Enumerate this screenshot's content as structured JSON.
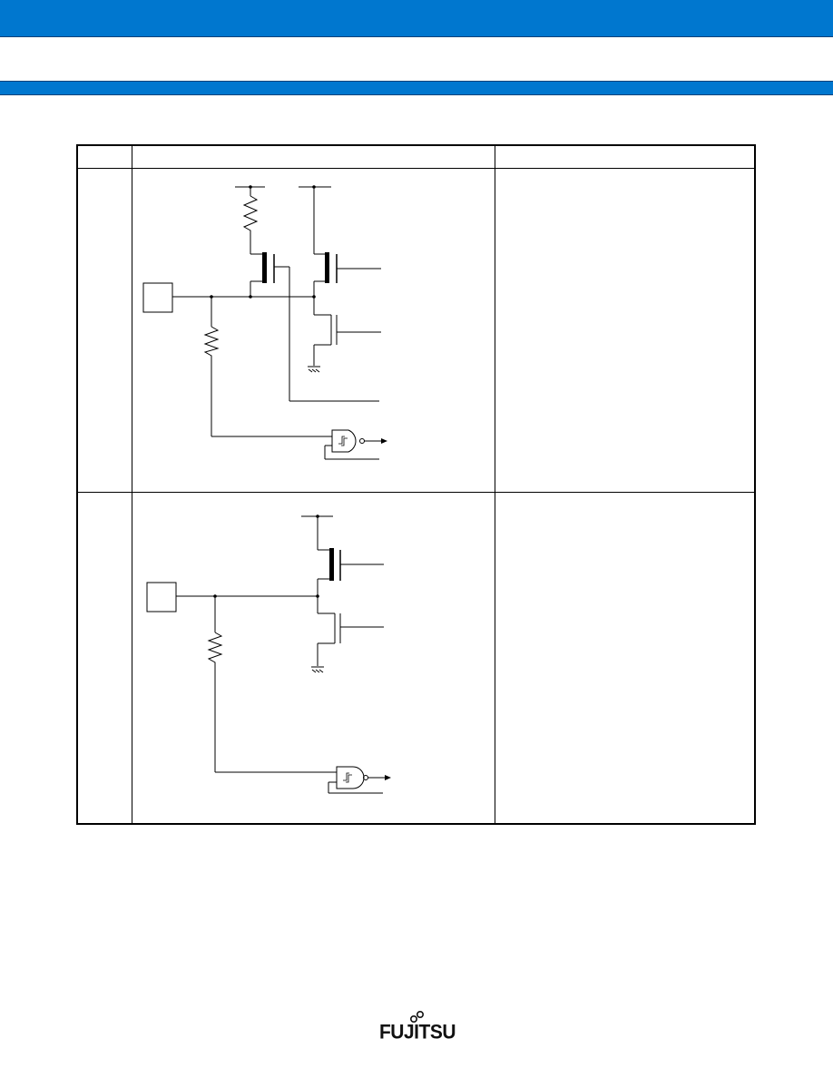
{
  "header": {
    "top_band_color": "#0077cf",
    "mid_band_color": "#0077cf"
  },
  "table": {
    "columns": [
      "",
      "",
      ""
    ],
    "rows": [
      {
        "type": "",
        "circuit": "schematic-1",
        "remarks": ""
      },
      {
        "type": "",
        "circuit": "schematic-2",
        "remarks": ""
      }
    ]
  },
  "footer": {
    "logo_text": "FUJITSU"
  }
}
